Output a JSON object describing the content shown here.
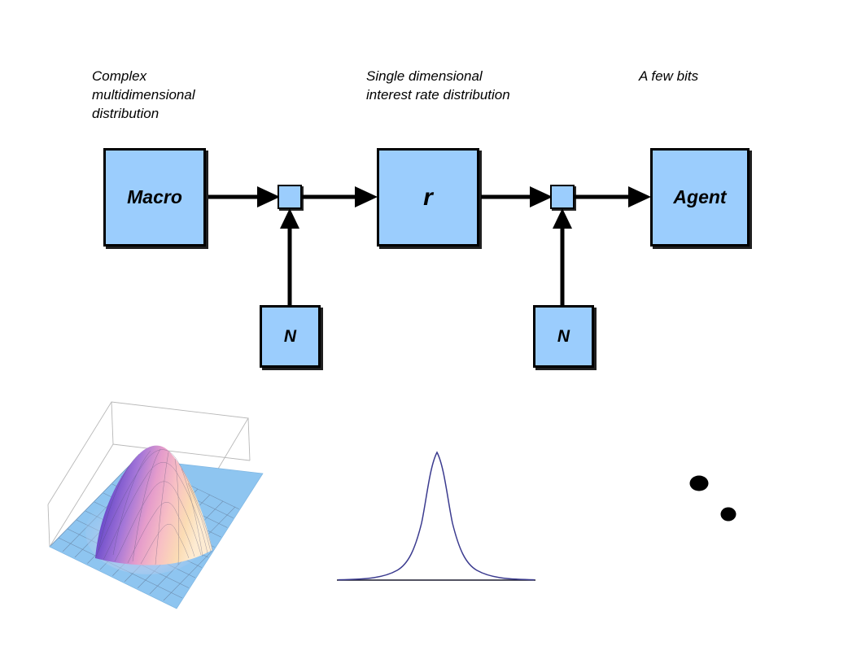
{
  "diagram": {
    "title": "Information flow from macro distribution to agent",
    "captions": {
      "left": "Complex\nmultidimensional\ndistribution",
      "middle": "Single dimensional\ninterest rate distribution",
      "right": "A few bits"
    },
    "boxes": [
      {
        "id": "macro",
        "label": "Macro"
      },
      {
        "id": "r",
        "label": "r"
      },
      {
        "id": "agent",
        "label": "Agent"
      },
      {
        "id": "noise-1",
        "label": "N"
      },
      {
        "id": "noise-2",
        "label": "N"
      }
    ],
    "junctions": [
      {
        "id": "junction-1",
        "label": ""
      },
      {
        "id": "junction-2",
        "label": ""
      }
    ],
    "colors": {
      "box_fill": "#9BCDFD",
      "box_border": "#000000",
      "arrow": "#000000",
      "curve": "#3B3B8F",
      "dot": "#000000",
      "surface_base": "#8EC5F0",
      "surface_peak_left": "#4A32B4",
      "surface_peak_mid": "#F0A8D0",
      "surface_peak_right": "#FBDCB4",
      "frame": "#AAAAAA"
    }
  },
  "chart_data": [
    {
      "id": "surface-plot",
      "type": "surface",
      "title": "",
      "description": "3D bivariate normal density surface with light blue base grid and a single central peak",
      "xlabel": "",
      "ylabel": "",
      "zlabel": "",
      "grid": true,
      "peak_x": 0.0,
      "peak_y": 0.0,
      "peak_z": 1.0,
      "sigma_x": 0.28,
      "sigma_y": 0.28,
      "xlim": [
        -1,
        1
      ],
      "ylim": [
        -1,
        1
      ],
      "zlim": [
        0,
        1
      ]
    },
    {
      "id": "gaussian-curve",
      "type": "line",
      "title": "",
      "description": "One dimensional normal distribution curve on a horizontal baseline",
      "xlabel": "",
      "ylabel": "",
      "grid": false,
      "mean": 0.0,
      "sigma": 0.165,
      "xlim": [
        -0.5,
        0.5
      ],
      "ylim": [
        0,
        1
      ],
      "x": [
        -0.5,
        -0.45,
        -0.4,
        -0.35,
        -0.3,
        -0.25,
        -0.2,
        -0.15,
        -0.1,
        -0.05,
        0.0,
        0.05,
        0.1,
        0.15,
        0.2,
        0.25,
        0.3,
        0.35,
        0.4,
        0.45,
        0.5
      ],
      "y": [
        0.01,
        0.015,
        0.026,
        0.047,
        0.082,
        0.135,
        0.234,
        0.375,
        0.562,
        0.829,
        1.0,
        0.829,
        0.562,
        0.375,
        0.234,
        0.135,
        0.082,
        0.047,
        0.026,
        0.015,
        0.01
      ]
    },
    {
      "id": "bits-dots",
      "type": "scatter",
      "title": "",
      "description": "Two discrete black dots representing a few bits of information",
      "xlabel": "",
      "ylabel": "",
      "grid": false,
      "x": [
        29,
        65
      ],
      "y": [
        24,
        62
      ],
      "sizes": [
        21,
        18
      ],
      "xlim": [
        0,
        90
      ],
      "ylim": [
        0,
        85
      ]
    }
  ]
}
